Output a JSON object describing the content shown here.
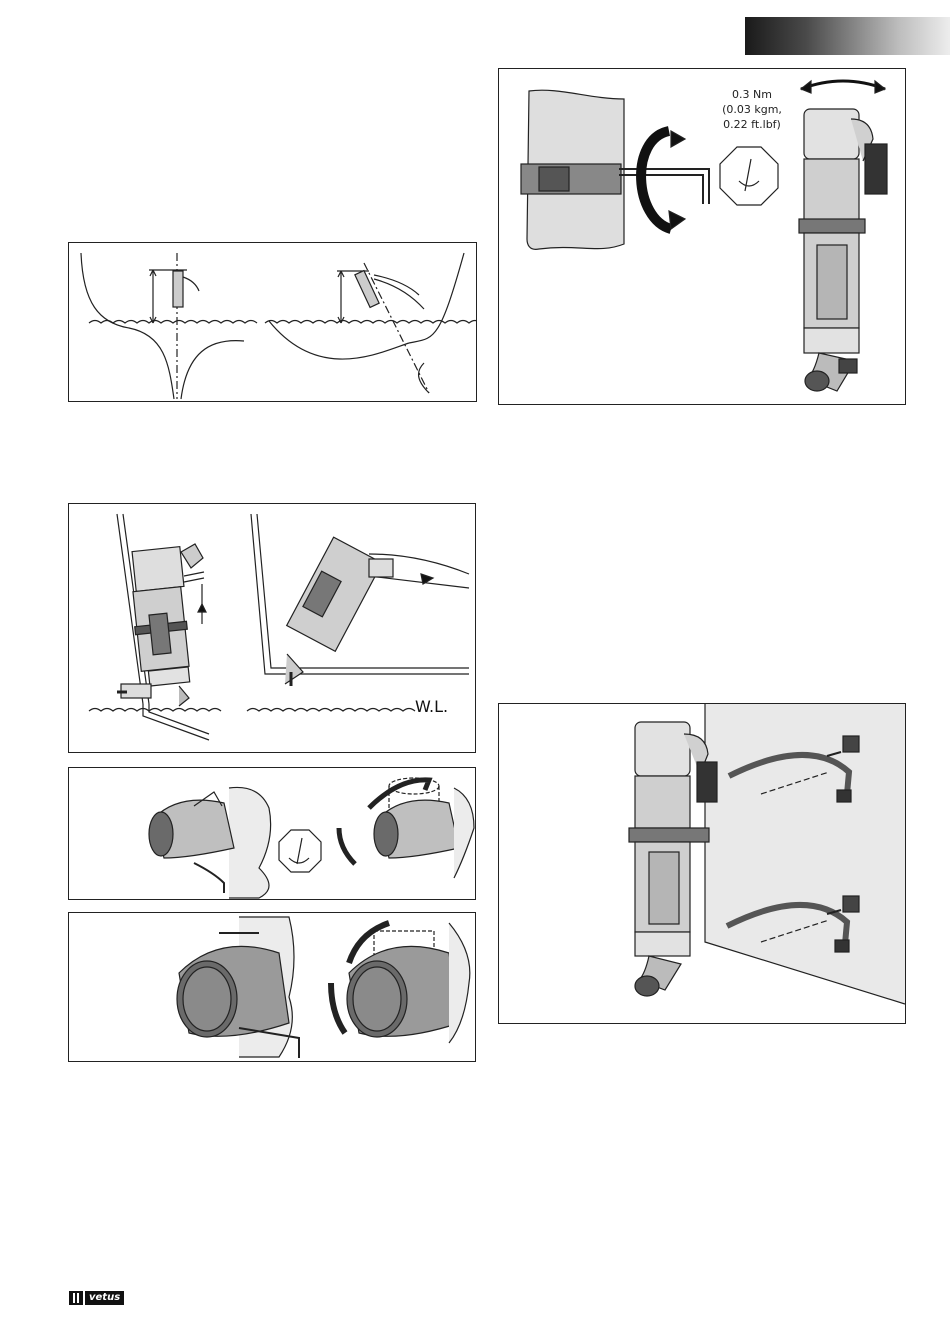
{
  "header": {
    "tab_color_dark": "#1a1a1a",
    "tab_color_light": "#ededed"
  },
  "figures": {
    "torque_spec": {
      "line1": "0.3 Nm",
      "line2": "(0.03 kgm,",
      "line3": "0.22 ft.lbf)"
    },
    "waterline_label": "W.L."
  },
  "footer": {
    "logo_word": "vetus"
  },
  "colors": {
    "line": "#222222",
    "fill_light": "#e6e6e6",
    "fill_mid": "#b5b5b5",
    "fill_dark": "#555555"
  }
}
